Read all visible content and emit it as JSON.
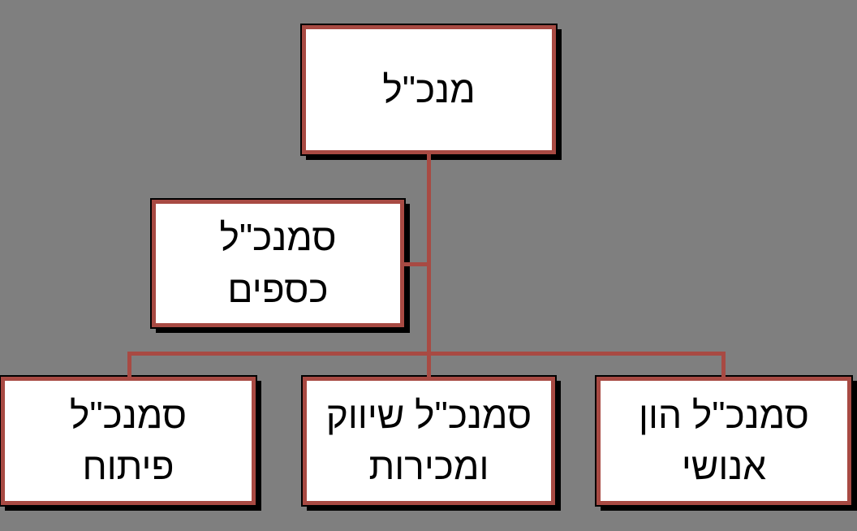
{
  "diagram": {
    "type": "org-chart",
    "direction": "rtl",
    "colors": {
      "background": "#7F7F7F",
      "node_fill": "#FFFFFF",
      "node_border": "#A84A43",
      "connector": "#A84A43",
      "outline": "#000000",
      "shadow": "#000000",
      "text": "#000000"
    },
    "nodes": {
      "ceo": {
        "lines": [
          "מנכ\"ל"
        ]
      },
      "finance": {
        "lines": [
          "סמנכ\"ל",
          "כספים"
        ]
      },
      "development": {
        "lines": [
          "סמנכ\"ל",
          "פיתוח"
        ]
      },
      "marketing_sales": {
        "lines": [
          "סמנכ\"ל שיווק",
          "ומכירות"
        ]
      },
      "human_resources": {
        "lines": [
          "סמנכ\"ל הון",
          "אנושי"
        ]
      }
    }
  }
}
